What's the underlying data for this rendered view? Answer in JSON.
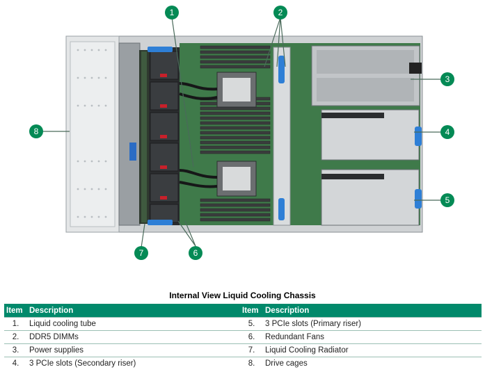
{
  "callouts": [
    "1",
    "2",
    "3",
    "4",
    "5",
    "6",
    "7",
    "8"
  ],
  "caption": "Internal View Liquid Cooling Chassis",
  "table": {
    "headers": {
      "item": "Item",
      "description": "Description"
    },
    "rows": [
      {
        "left_num": "1.",
        "left_desc": "Liquid cooling tube",
        "right_num": "5.",
        "right_desc": "3 PCIe slots (Primary riser)"
      },
      {
        "left_num": "2.",
        "left_desc": "DDR5 DIMMs",
        "right_num": "6.",
        "right_desc": "Redundant Fans"
      },
      {
        "left_num": "3.",
        "left_desc": "Power supplies",
        "right_num": "7.",
        "right_desc": "Liquid Cooling Radiator"
      },
      {
        "left_num": "4.",
        "left_desc": "3 PCIe slots (Secondary riser)",
        "right_num": "8.",
        "right_desc": "Drive cages"
      }
    ]
  },
  "colors": {
    "accent": "#01896b",
    "callout": "#048a55",
    "rule": "#9bbfb4"
  }
}
